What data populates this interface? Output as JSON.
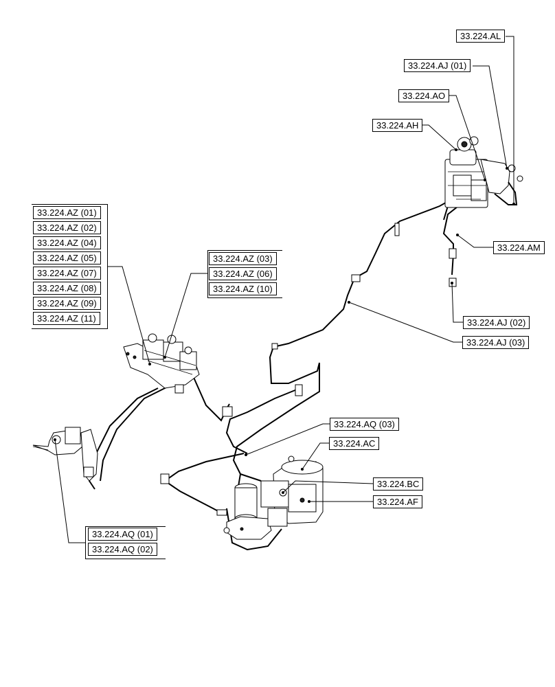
{
  "labels": {
    "al": "33.224.AL",
    "aj01": "33.224.AJ (01)",
    "ao": "33.224.AO",
    "ah": "33.224.AH",
    "am": "33.224.AM",
    "aj02": "33.224.AJ (02)",
    "aj03": "33.224.AJ (03)",
    "az01": "33.224.AZ (01)",
    "az02": "33.224.AZ (02)",
    "az04": "33.224.AZ (04)",
    "az05": "33.224.AZ (05)",
    "az07": "33.224.AZ (07)",
    "az08": "33.224.AZ (08)",
    "az09": "33.224.AZ (09)",
    "az11": "33.224.AZ (11)",
    "az03": "33.224.AZ (03)",
    "az06": "33.224.AZ (06)",
    "az10": "33.224.AZ (10)",
    "aq03": "33.224.AQ (03)",
    "ac": "33.224.AC",
    "bc": "33.224.BC",
    "af": "33.224.AF",
    "aq01": "33.224.AQ (01)",
    "aq02": "33.224.AQ (02)"
  }
}
